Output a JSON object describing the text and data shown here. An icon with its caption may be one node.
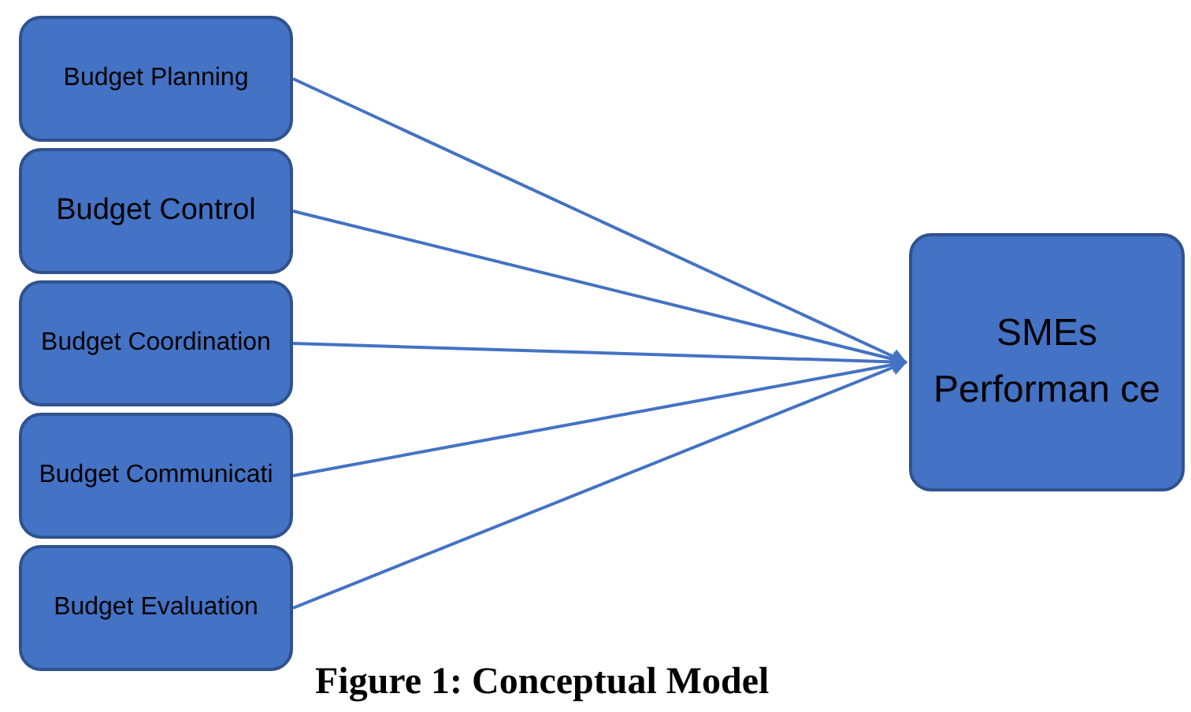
{
  "diagram": {
    "caption": "Figure 1: Conceptual Model",
    "nodes": [
      {
        "text": [
          "Budget Planning"
        ]
      },
      {
        "text": [
          "Budget Control"
        ]
      },
      {
        "text": [
          "Budget Coordination"
        ]
      },
      {
        "text": [
          "Budget Communicati"
        ]
      },
      {
        "text": [
          "Budget Evaluation"
        ]
      },
      {
        "text": [
          "SMEs Performan ce"
        ]
      }
    ],
    "edges": [
      {
        "from": 0,
        "to": 5,
        "arrow": "to"
      },
      {
        "from": 1,
        "to": 5,
        "arrow": "to"
      },
      {
        "from": 2,
        "to": 5,
        "arrow": "to"
      },
      {
        "from": 3,
        "to": 5,
        "arrow": "to"
      },
      {
        "from": 4,
        "to": 5,
        "arrow": "to"
      }
    ]
  }
}
